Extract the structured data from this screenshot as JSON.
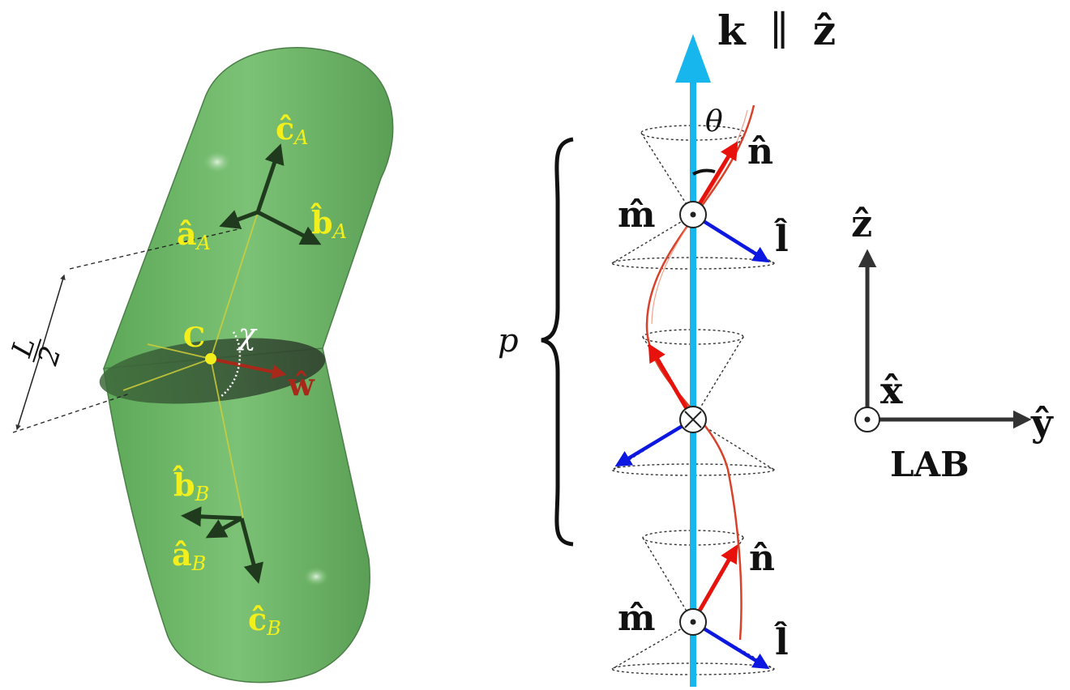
{
  "molecule": {
    "arm_a": {
      "c": "ĉ",
      "c_sub": "A",
      "a": "â",
      "a_sub": "A",
      "b": "b̂",
      "b_sub": "A"
    },
    "arm_b": {
      "c": "ĉ",
      "c_sub": "B",
      "a": "â",
      "a_sub": "B",
      "b": "b̂",
      "b_sub": "B"
    },
    "center": "C",
    "bend_angle": "χ",
    "w_vector": "ŵ",
    "half_length": {
      "numerator": "L",
      "denominator": "2"
    }
  },
  "helix": {
    "title": {
      "k": "k",
      "parallel": "∥",
      "z": "ẑ"
    },
    "theta": "θ",
    "pitch": "p",
    "n_top": "n̂",
    "n_bottom": "n̂",
    "m_top": "m̂",
    "m_bottom": "m̂",
    "l_top": "l̂",
    "l_bottom": "l̂"
  },
  "lab": {
    "z": "ẑ",
    "x": "x̂",
    "y": "ŷ",
    "label": "LAB"
  },
  "colors": {
    "body_green": "#6fb86a",
    "director_red": "#e8120c",
    "l_blue": "#0c18e0",
    "axis_cyan": "#17b6ec",
    "label_yellow": "#f2ef1c",
    "w_dark_red": "#a8281a"
  }
}
